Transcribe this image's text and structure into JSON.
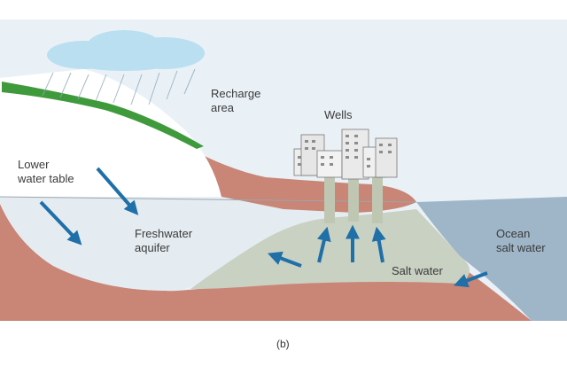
{
  "labels": {
    "recharge_line1": "Recharge",
    "recharge_line2": "area",
    "wells": "Wells",
    "lower_line1": "Lower",
    "lower_line2": "water table",
    "fresh_line1": "Freshwater",
    "fresh_line2": "aquifer",
    "salt_water": "Salt water",
    "ocean_line1": "Ocean",
    "ocean_line2": "salt water",
    "caption": "(b)"
  },
  "colors": {
    "sky": "#e9f1f7",
    "ground": "#c98576",
    "fresh_water": "#e4ecf1",
    "salt_wedge": "#c9d1c2",
    "ocean": "#9fb6c8",
    "grass": "#3f9a3c",
    "cloud": "#b9dff0",
    "arrow": "#1f6fa8",
    "well_pipe": "#bfc7b3",
    "building": "#eeeeee"
  },
  "icons": [
    "cloud-icon",
    "rain-icon",
    "buildings-icon",
    "flow-arrow-icon"
  ]
}
